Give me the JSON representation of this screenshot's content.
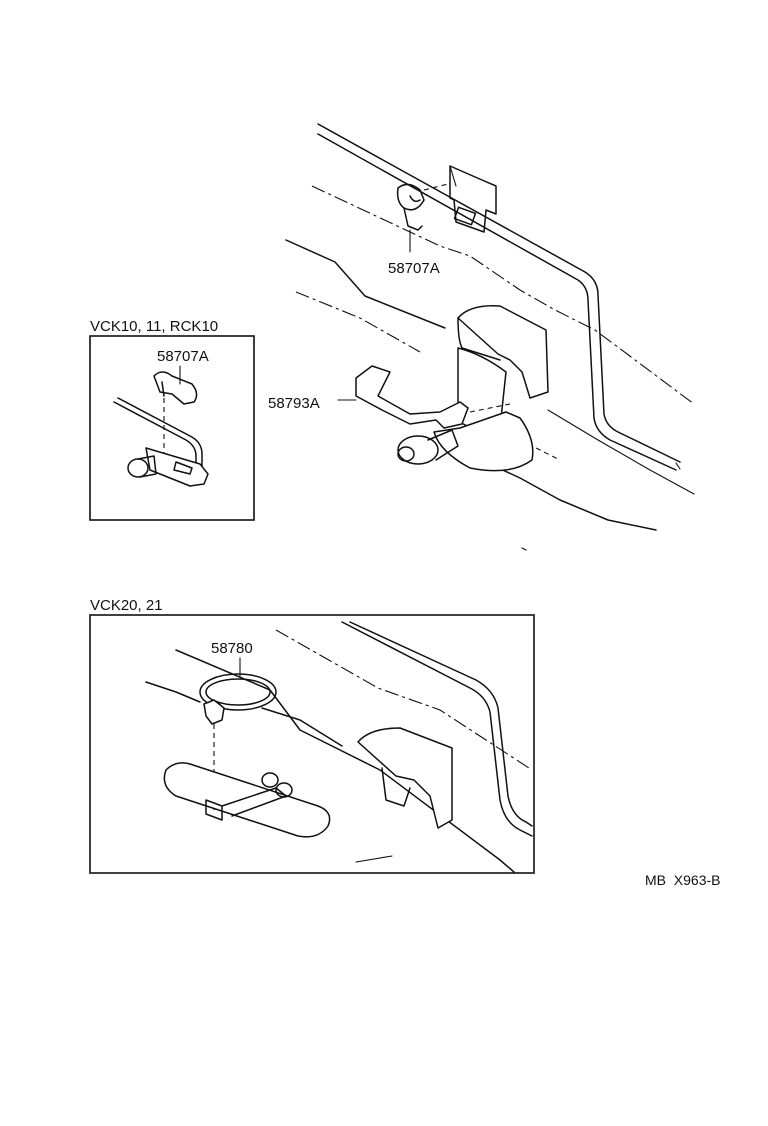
{
  "labels": {
    "part_58707A_main": "58707A",
    "part_58793A": "58793A",
    "inset1_title": "VCK10, 11, RCK10",
    "part_58707A_inset": "58707A",
    "inset2_title": "VCK20, 21",
    "part_58780": "58780",
    "diagram_code": "MB  X963-B"
  }
}
